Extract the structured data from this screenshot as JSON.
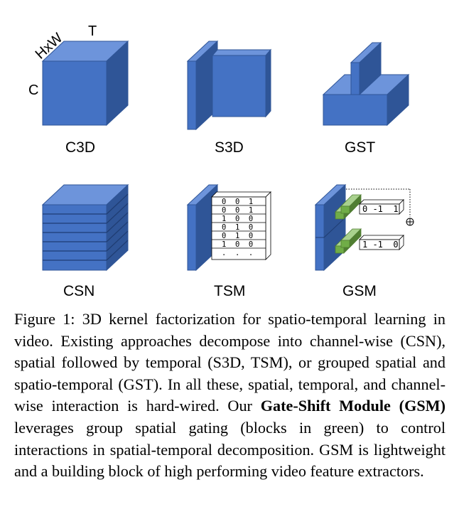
{
  "labels": {
    "hxw": "HxW",
    "t": "T",
    "c": "C",
    "c3d": "C3D",
    "s3d": "S3D",
    "gst": "GST",
    "csn": "CSN",
    "tsm": "TSM",
    "gsm": "GSM"
  },
  "tsm_matrix_rows": [
    "0  0  1",
    "0  0  1",
    "1  0  0",
    "0  1  0",
    "0  1  0",
    "1  0  0",
    ".  .  ."
  ],
  "gsm_kernels": {
    "top": "0 -1  1",
    "bottom": "1 -1  0"
  },
  "colors": {
    "blue_front": "#4472C4",
    "blue_top": "#6D94DB",
    "blue_side": "#2F5597",
    "green": "#70AD47"
  },
  "caption": {
    "figure_label": "Figure 1:",
    "text_before_bold": "3D kernel factorization for spatio-temporal learning in video. Existing approaches decompose into channel-wise (CSN), spatial followed by temporal (S3D, TSM), or grouped spatial and spatio-temporal (GST). In all these, spatial, temporal, and channel-wise interaction is hard-wired.  Our",
    "bold": "Gate-Shift Module (GSM)",
    "text_after_bold": "leverages group spatial gating (blocks in green) to control interactions in spatial-temporal decomposition. GSM is lightweight and a building block of high performing video feature extractors."
  }
}
